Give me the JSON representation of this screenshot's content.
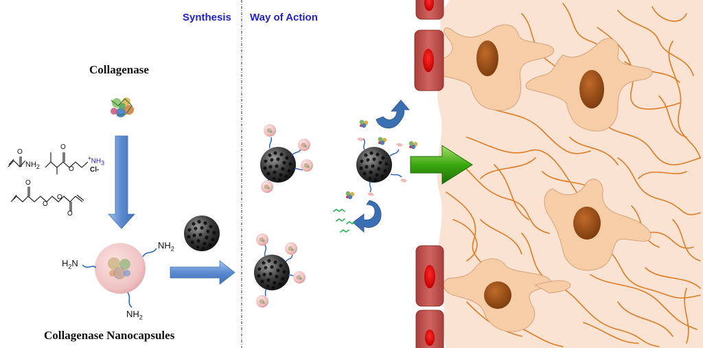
{
  "headers": {
    "synthesis": "Synthesis",
    "way_of_action": "Way of Action"
  },
  "titles": {
    "enzyme": "Collagenase",
    "product": "Collagenase Nanocapsules"
  },
  "nanocapsule": {
    "amine_label": "NH",
    "amine_subscript": "2",
    "amine_label_left": "H",
    "amine_subscript_left": "2",
    "amine_suffix_left": "N"
  },
  "monomers": {
    "acrylamide_amine": "NH",
    "acrylamide_amine_sub": "2",
    "ammonium_label": "NH",
    "ammonium_sub": "3",
    "ammonium_charge": "+",
    "chloride_label": "Cl-",
    "oxygen": "O"
  },
  "colors": {
    "header_blue": "#1f1fd0",
    "tissue": "#fae3d2",
    "cell_body": "#f6cda7",
    "cell_nucleus": "#a0521b",
    "collagen_fiber": "#e07b22",
    "rbc_wall": "#c0504d",
    "rbc_core": "#d80000",
    "arrow_blue": "#6f9bd8",
    "arrow_green": "#3aa810",
    "capsule_pink": "#f3c3c3"
  },
  "icons": [
    "protein-crystal-icon",
    "nanoparticle-icon",
    "recycle-arrow-icon"
  ]
}
